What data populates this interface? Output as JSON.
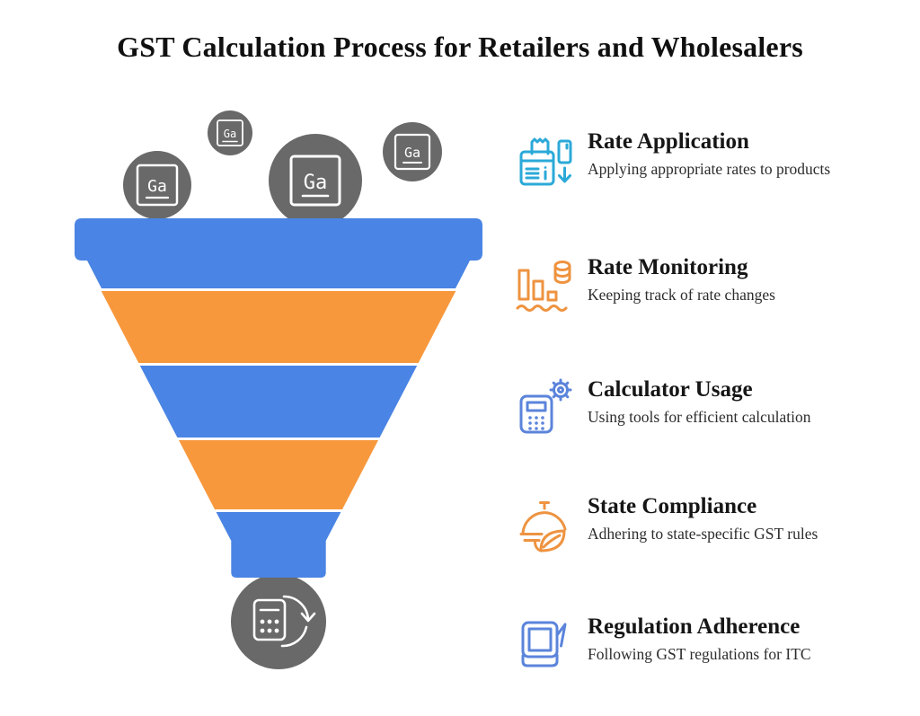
{
  "title": "GST Calculation Process for Retailers and Wholesalers",
  "funnel": {
    "source_label": "Ga",
    "band_colors": [
      "#4A84E4",
      "#F8983C",
      "#4A84E4",
      "#F8983C",
      "#4A84E4"
    ],
    "colors": {
      "blue": "#4A84E4",
      "orange": "#F8983C",
      "gray": "#696969",
      "icon_stroke": "#ffffff"
    },
    "input_icon": "ga-element",
    "output_icon": "calculator-refresh"
  },
  "items": [
    {
      "title": "Rate Application",
      "description": "Applying appropriate rates to products",
      "icon": "pos-terminal-card-icon",
      "color": "#2BA9D8"
    },
    {
      "title": "Rate Monitoring",
      "description": "Keeping track of rate changes",
      "icon": "bar-chart-coins-icon",
      "color": "#EE9340"
    },
    {
      "title": "Calculator Usage",
      "description": "Using tools for efficient calculation",
      "icon": "calculator-gear-icon",
      "color": "#5B84DB"
    },
    {
      "title": "State Compliance",
      "description": "Adhering to state-specific GST rules",
      "icon": "cloche-leaf-icon",
      "color": "#EE9340"
    },
    {
      "title": "Regulation Adherence",
      "description": "Following GST regulations for ITC",
      "icon": "hand-document-icon",
      "color": "#5B84DB"
    }
  ]
}
